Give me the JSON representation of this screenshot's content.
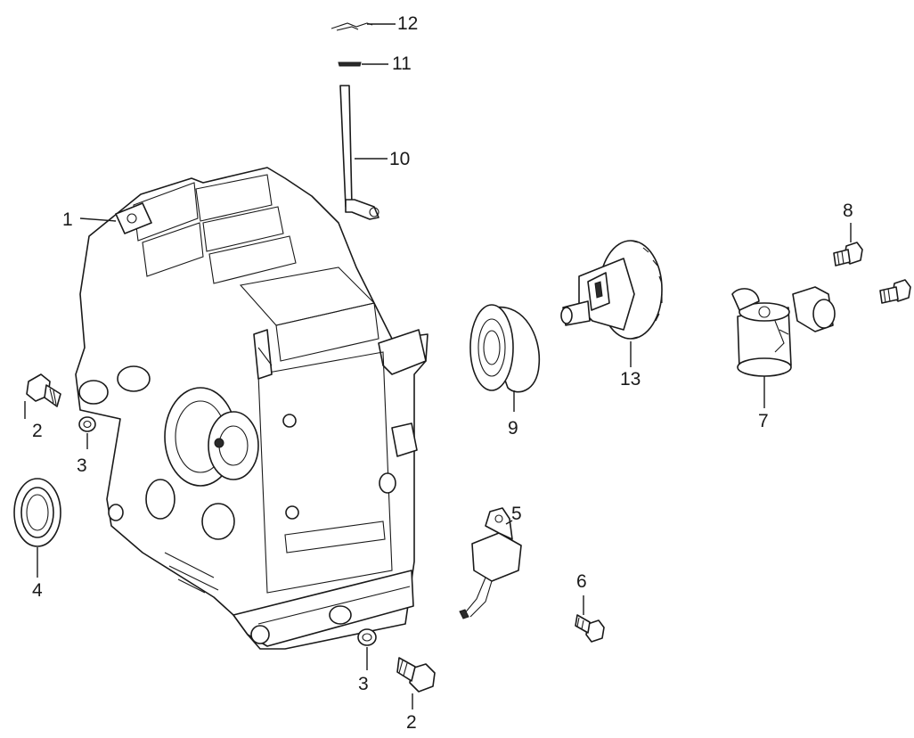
{
  "callouts": {
    "c1": "1",
    "c2a": "2",
    "c2b": "2",
    "c3a": "3",
    "c3b": "3",
    "c4": "4",
    "c5": "5",
    "c6": "6",
    "c7": "7",
    "c8": "8",
    "c9": "9",
    "c10": "10",
    "c11": "11",
    "c12": "12",
    "c13": "13"
  },
  "colors": {
    "line": "#1a1a1a",
    "background": "#ffffff"
  }
}
